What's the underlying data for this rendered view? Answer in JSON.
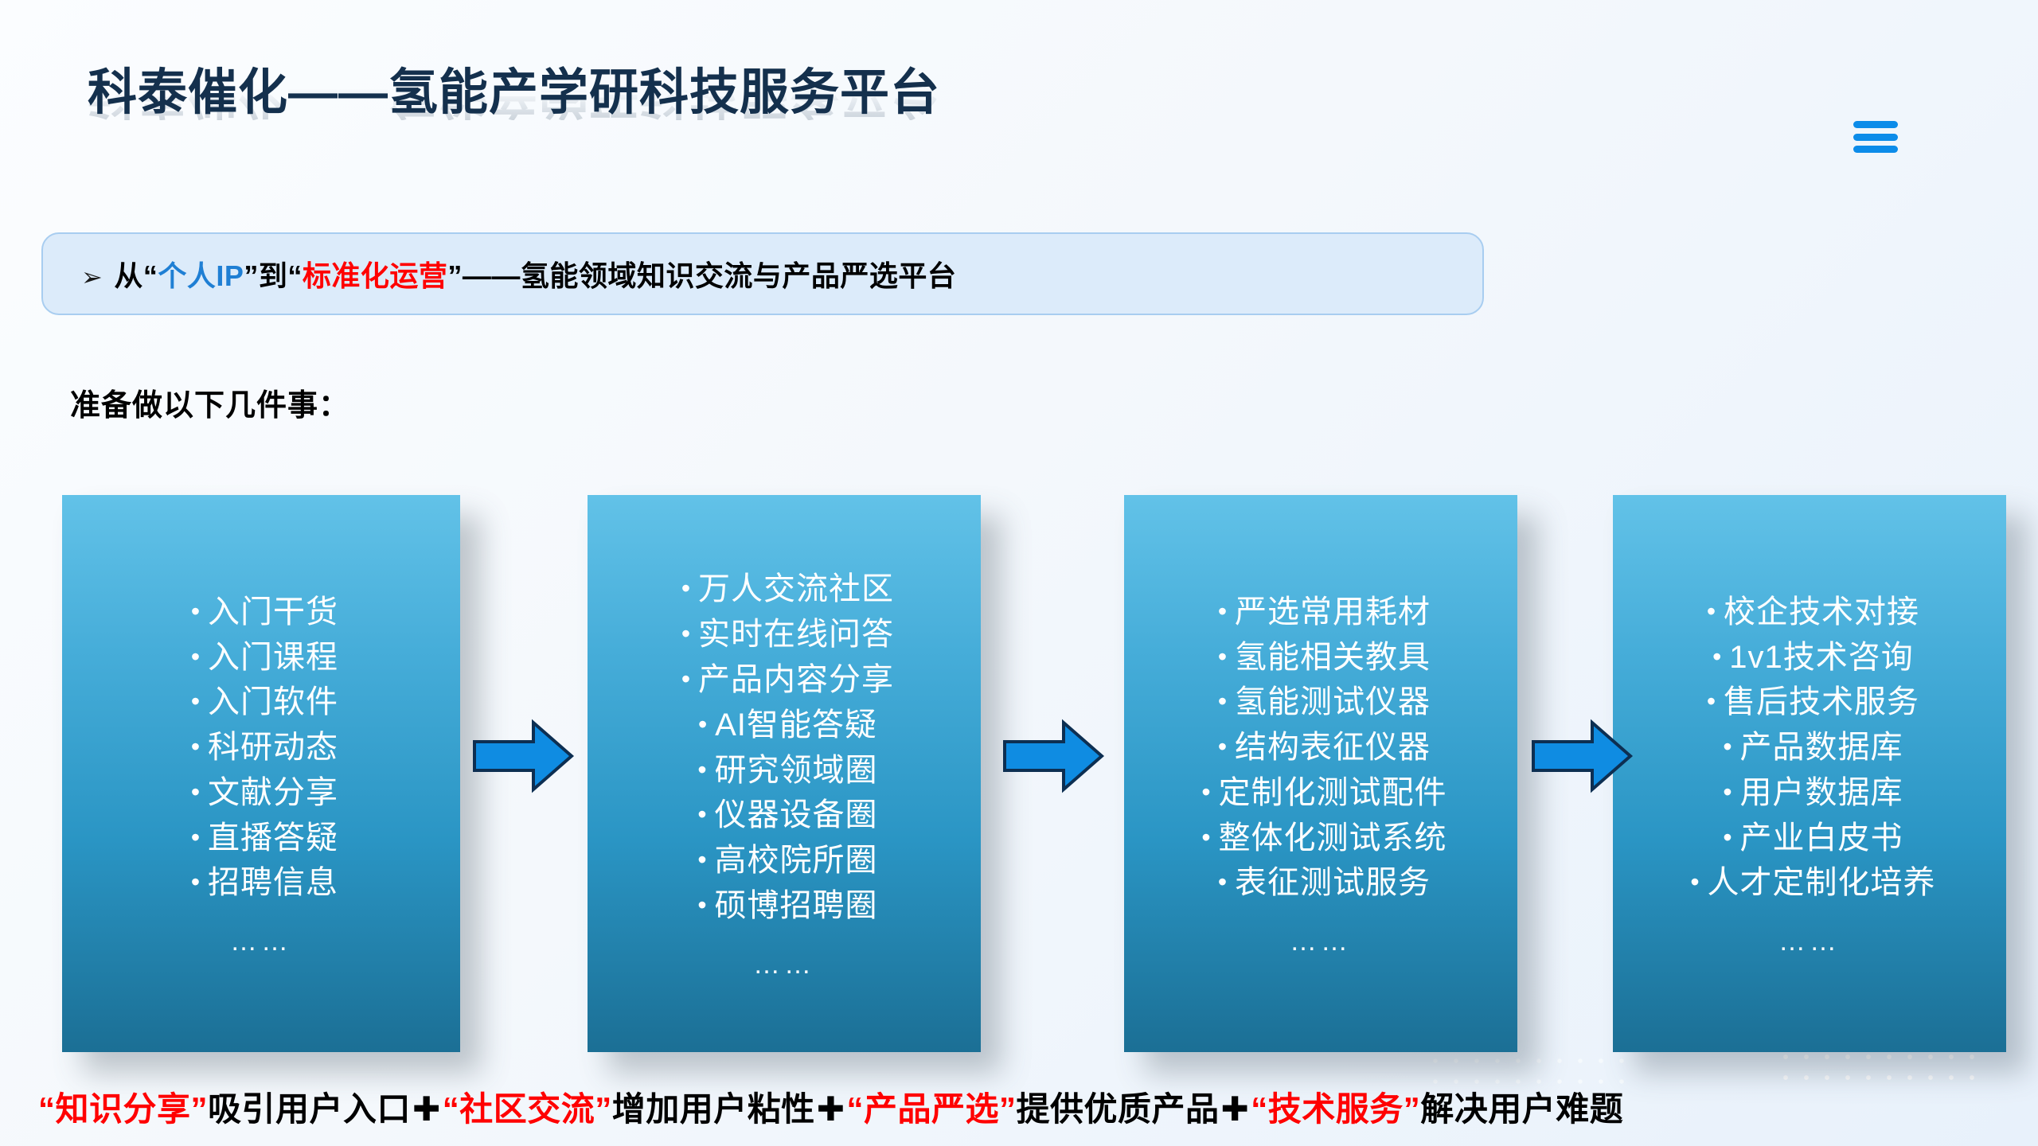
{
  "slide": {
    "title": "科泰催化——氢能产学研科技服务平台",
    "menu_icon": "hamburger-menu-icon"
  },
  "subtitle": {
    "marker": "➢",
    "part1": "从",
    "quote_open_1": "“",
    "highlight_blue": "个人IP",
    "quote_close_1": "”",
    "part2": "到",
    "quote_open_2": "“",
    "highlight_red": "标准化运营",
    "quote_close_2": "”",
    "part3": "——氢能领域知识交流与产品严选平台"
  },
  "section": {
    "heading": "准备做以下几件事："
  },
  "columns": [
    {
      "id": "knowledge-sharing",
      "items": [
        "入门干货",
        "入门课程",
        "入门软件",
        "科研动态",
        "文献分享",
        "直播答疑",
        "招聘信息"
      ],
      "ellipsis": "……"
    },
    {
      "id": "community-exchange",
      "items": [
        "万人交流社区",
        "实时在线问答",
        "产品内容分享",
        "AI智能答疑",
        "研究领域圈",
        "仪器设备圈",
        "高校院所圈",
        "硕博招聘圈"
      ],
      "ellipsis": "……"
    },
    {
      "id": "product-selection",
      "items": [
        "严选常用耗材",
        "氢能相关教具",
        "氢能测试仪器",
        "结构表征仪器",
        "定制化测试配件",
        "整体化测试系统",
        "表征测试服务"
      ],
      "ellipsis": "……"
    },
    {
      "id": "technical-service",
      "items": [
        "校企技术对接",
        "1v1技术咨询",
        "售后技术服务",
        "产品数据库",
        "用户数据库",
        "产业白皮书",
        "人才定制化培养"
      ],
      "ellipsis": "……"
    }
  ],
  "arrows": {
    "glyph": "arrow-right-icon",
    "count": 3,
    "fill_color": "#0f8ce2",
    "stroke_color": "#0d2f52"
  },
  "bottom_summary": {
    "seg1_quote_open": "“",
    "seg1_red": "知识分享",
    "seg1_quote_close": "”",
    "seg1_black": "吸引用户入口",
    "plus1": "✚",
    "seg2_quote_open": "“",
    "seg2_red": "社区交流",
    "seg2_quote_close": "”",
    "seg2_black": "增加用户粘性",
    "plus2": "✚",
    "seg3_quote_open": "“",
    "seg3_red": "产品严选",
    "seg3_quote_close": "”",
    "seg3_black": "提供优质产品",
    "plus3": "✚",
    "seg4_quote_open": "“",
    "seg4_red": "技术服务",
    "seg4_quote_close": "”",
    "seg4_black": "解决用户难题"
  },
  "theme": {
    "title_color": "#14304d",
    "accent_blue": "#0c8ce9",
    "accent_red": "#ff0000",
    "banner_bg": "#dcebfa",
    "banner_border": "#a8cdf0",
    "card_gradient_top": "#62c2e8",
    "card_gradient_bottom": "#1b6f95",
    "page_bg": "#f5f9fd"
  }
}
